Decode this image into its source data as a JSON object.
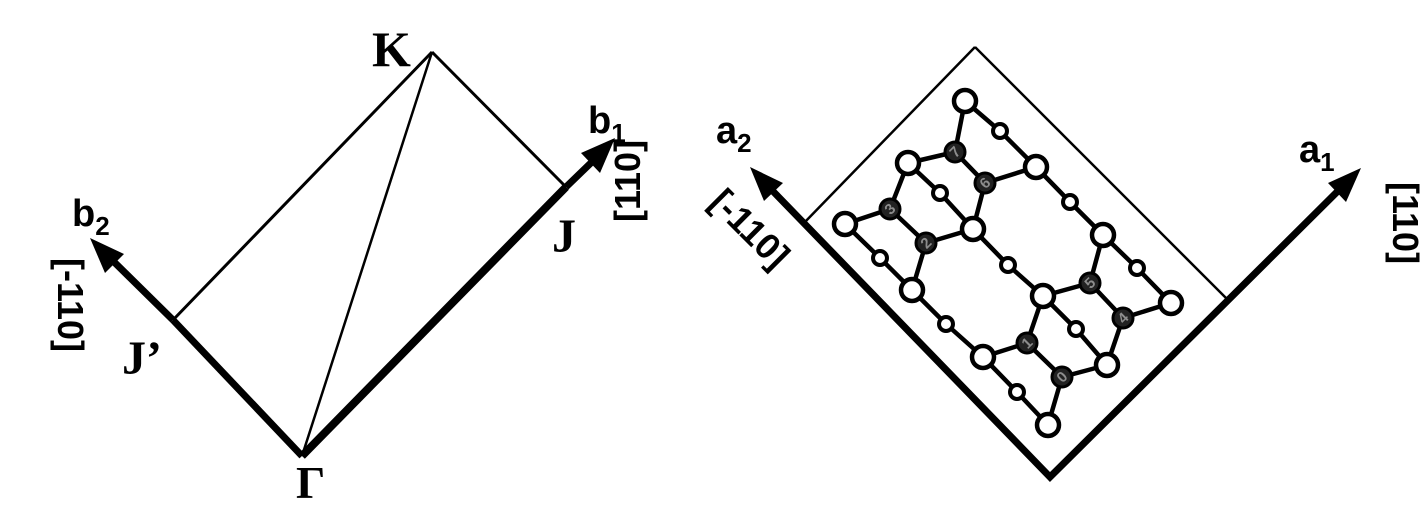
{
  "left_panel": {
    "points": {
      "gamma": "Γ",
      "k": "K",
      "j": "J",
      "j_prime": "J’"
    },
    "vectors": {
      "b1": {
        "symbol": "b",
        "subscript": "1",
        "direction": "[110]"
      },
      "b2": {
        "symbol": "b",
        "subscript": "2",
        "direction": "[-110]"
      }
    }
  },
  "right_panel": {
    "vectors": {
      "a1": {
        "symbol": "a",
        "subscript": "1",
        "direction": "[110]"
      },
      "a2": {
        "symbol": "a",
        "subscript": "2",
        "direction": "[-110]"
      }
    },
    "atom_labels": [
      "0",
      "1",
      "2",
      "3",
      "4",
      "5",
      "6",
      "7"
    ]
  },
  "colors": {
    "line": "#000000",
    "atom_fill": "#ffffff",
    "dark_atom": "#222222",
    "atom_label": "#8c8c8c"
  }
}
